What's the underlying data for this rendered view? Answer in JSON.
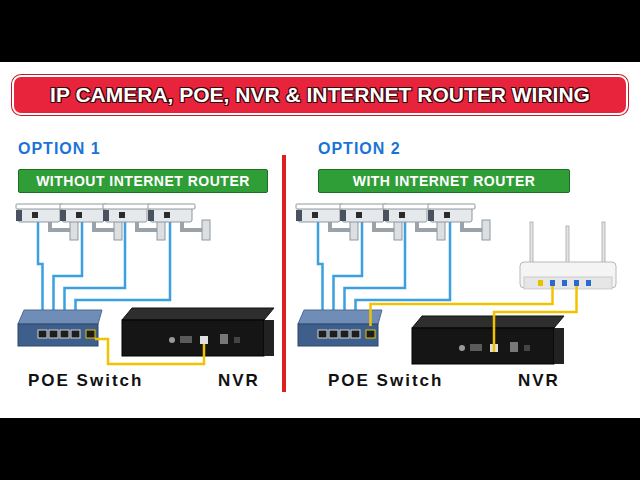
{
  "diagram": {
    "title": "IP CAMERA, POE, NVR & INTERNET ROUTER WIRING",
    "nodes": [
      {
        "text": [
          "WITHOUT INTERNET ROUTER"
        ]
      },
      {
        "text": [
          "WITH INTERNET ROUTER"
        ]
      }
    ],
    "labels": [
      "OPTION 1",
      "POE Switch",
      "NVR",
      "OPTION 2",
      "POE Switch",
      "NVR"
    ]
  }
}
